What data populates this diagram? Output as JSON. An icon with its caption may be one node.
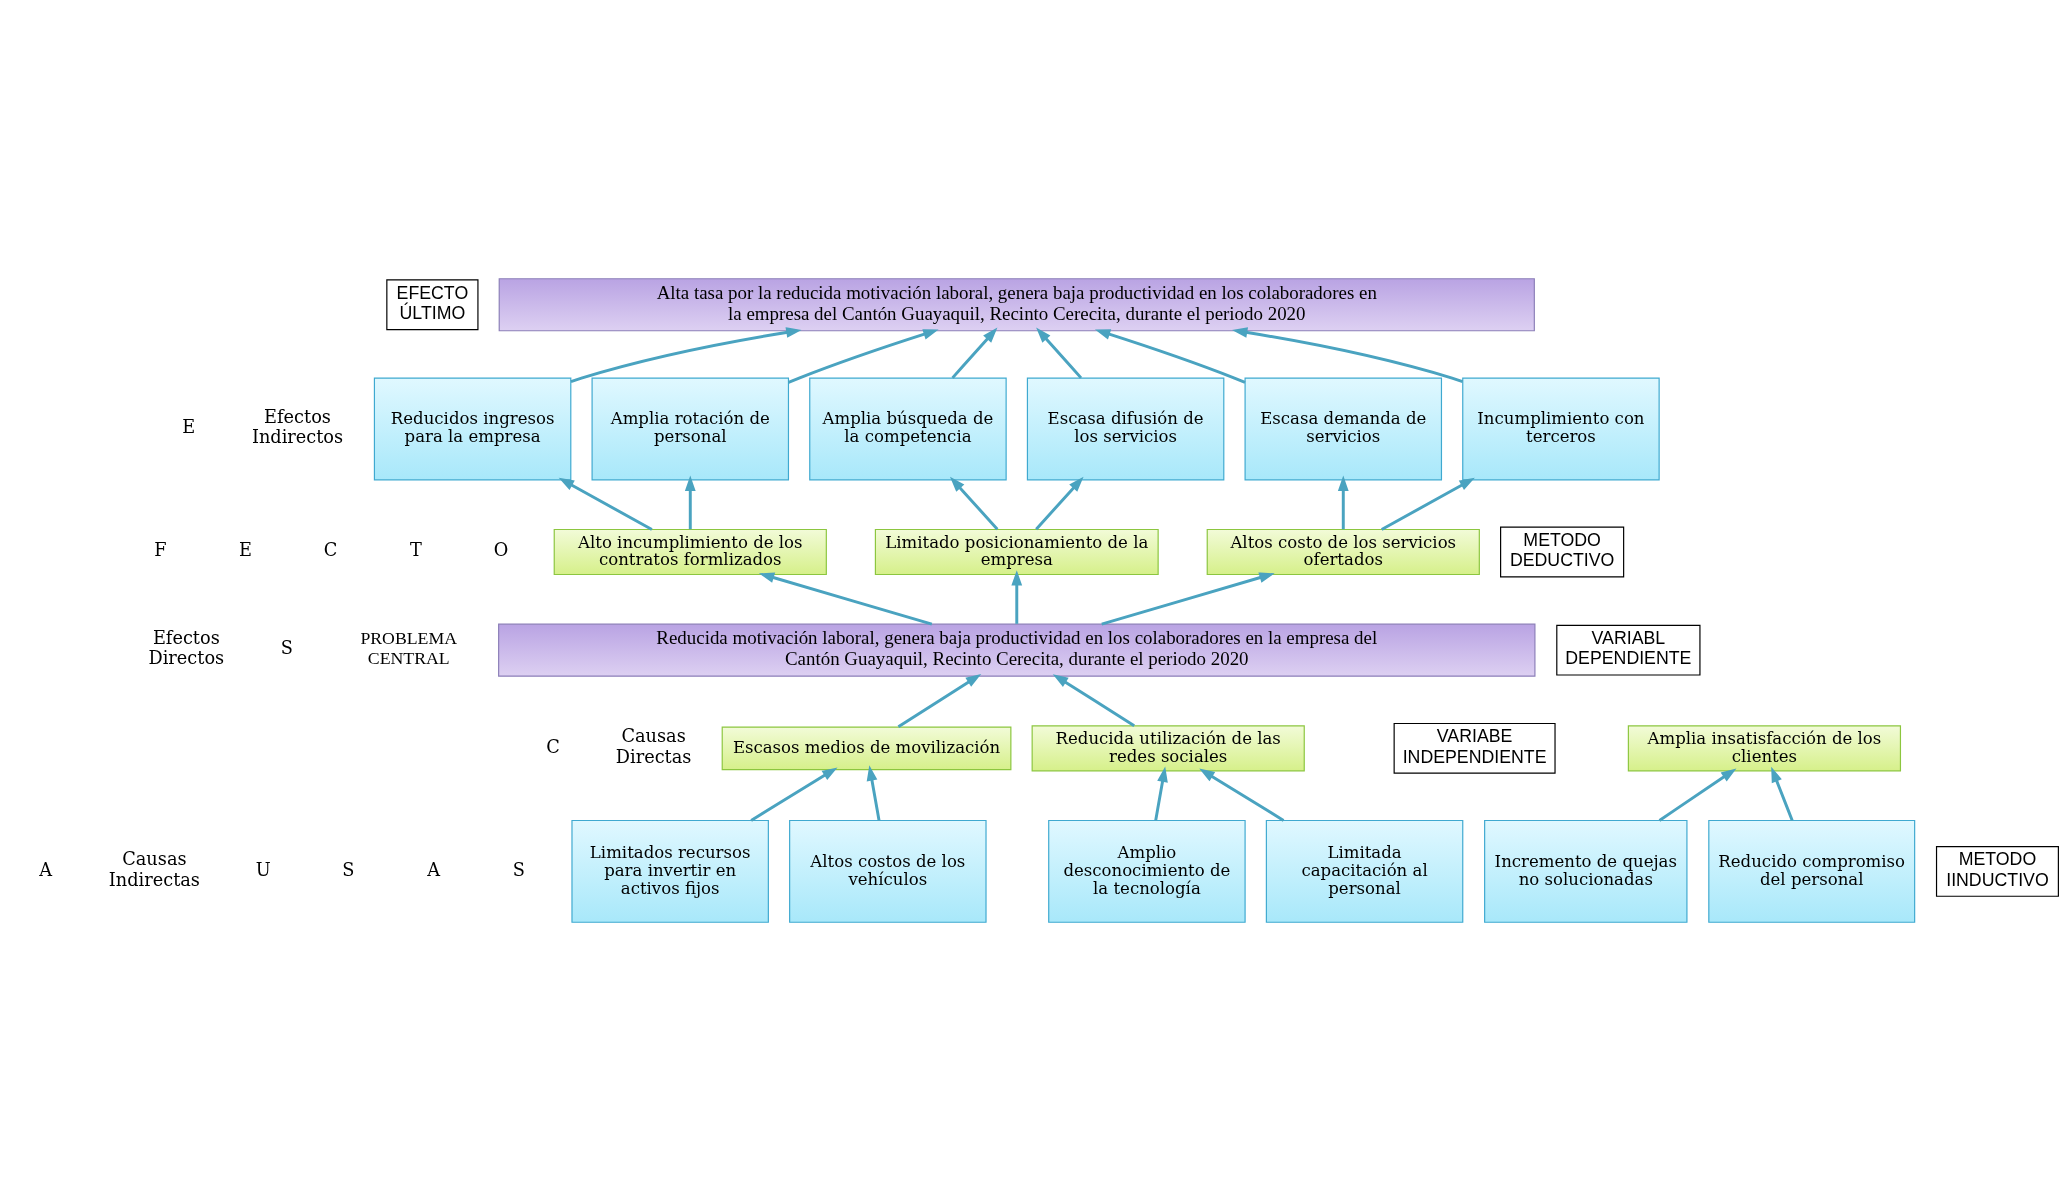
{
  "diagram": {
    "nodes": [
      {
        "text": [
          "EFECTO ÚLTIMO"
        ]
      },
      {
        "text": [
          "Alta tasa por la reducida motivación laboral, genera baja productividad en los colaboradores en la empresa del Cantón Guayaquil, Recinto Cerecita, durante el periodo 2020"
        ]
      },
      {
        "text": [
          "Reducidos ingresos para la empresa"
        ]
      },
      {
        "text": [
          "Amplia rotación de personal"
        ]
      },
      {
        "text": [
          "Amplia búsqueda de la competencia"
        ]
      },
      {
        "text": [
          "Escasa difusión de los servicios"
        ]
      },
      {
        "text": [
          "Escasa demanda de servicios"
        ]
      },
      {
        "text": [
          "Incumplimiento con terceros"
        ]
      },
      {
        "text": [
          "Alto incumplimiento de los contratos formlizados"
        ]
      },
      {
        "text": [
          "Limitado posicionamiento de la empresa"
        ]
      },
      {
        "text": [
          "Altos costo de los servicios ofertados"
        ]
      },
      {
        "text": [
          "METODO DEDUCTIVO"
        ]
      },
      {
        "text": [
          "VARIABL DEPENDIENTE"
        ]
      },
      {
        "text": [
          "Reducida motivación laboral, genera baja productividad en los colaboradores en la empresa del Cantón Guayaquil, Recinto Cerecita, durante el periodo 2020"
        ]
      },
      {
        "text": [
          "VARIABE INDEPENDIENTE"
        ]
      },
      {
        "text": [
          "Escasos medios de movilización"
        ]
      },
      {
        "text": [
          "Reducida utilización de las redes sociales"
        ]
      },
      {
        "text": [
          "Amplia insatisfacción de los clientes"
        ]
      },
      {
        "text": [
          "METODO IINDUCTIVO"
        ]
      },
      {
        "text": [
          "Limitados recursos para invertir en activos fijos"
        ]
      },
      {
        "text": [
          "Altos costos de los vehículos"
        ]
      },
      {
        "text": [
          "Amplio desconocimiento de la tecnología"
        ]
      },
      {
        "text": [
          "Limitada capacitación al personal"
        ]
      },
      {
        "text": [
          "Incremento de quejas no solucionadas"
        ]
      },
      {
        "text": [
          "Reducido compromiso del personal"
        ]
      }
    ],
    "edges": [
      {
        "from": 2,
        "to": 1,
        "arrow": "to"
      },
      {
        "from": 3,
        "to": 1,
        "arrow": "to"
      },
      {
        "from": 4,
        "to": 1,
        "arrow": "to"
      },
      {
        "from": 5,
        "to": 1,
        "arrow": "to"
      },
      {
        "from": 6,
        "to": 1,
        "arrow": "to"
      },
      {
        "from": 7,
        "to": 1,
        "arrow": "to"
      },
      {
        "from": 8,
        "to": 2,
        "arrow": "to"
      },
      {
        "from": 8,
        "to": 3,
        "arrow": "to"
      },
      {
        "from": 9,
        "to": 4,
        "arrow": "to"
      },
      {
        "from": 9,
        "to": 5,
        "arrow": "to"
      },
      {
        "from": 10,
        "to": 6,
        "arrow": "to"
      },
      {
        "from": 10,
        "to": 7,
        "arrow": "to"
      },
      {
        "from": 13,
        "to": 8,
        "arrow": "to"
      },
      {
        "from": 13,
        "to": 9,
        "arrow": "to"
      },
      {
        "from": 13,
        "to": 10,
        "arrow": "to"
      },
      {
        "from": 15,
        "to": 13,
        "arrow": "to"
      },
      {
        "from": 16,
        "to": 13,
        "arrow": "to"
      },
      {
        "from": 19,
        "to": 15,
        "arrow": "to"
      },
      {
        "from": 20,
        "to": 15,
        "arrow": "to"
      },
      {
        "from": 21,
        "to": 16,
        "arrow": "to"
      },
      {
        "from": 22,
        "to": 16,
        "arrow": "to"
      },
      {
        "from": 23,
        "to": 17,
        "arrow": "to"
      },
      {
        "from": 24,
        "to": 17,
        "arrow": "to"
      }
    ],
    "labels": [
      "E",
      "Efectos Indirectos",
      "F",
      "E",
      "C",
      "T",
      "O",
      "Efectos Directos",
      "S",
      "PROBLEMA CENTRAL",
      "C",
      "Causas Directas",
      "A",
      "Causas Indirectas",
      "U",
      "S",
      "A",
      "S"
    ]
  }
}
